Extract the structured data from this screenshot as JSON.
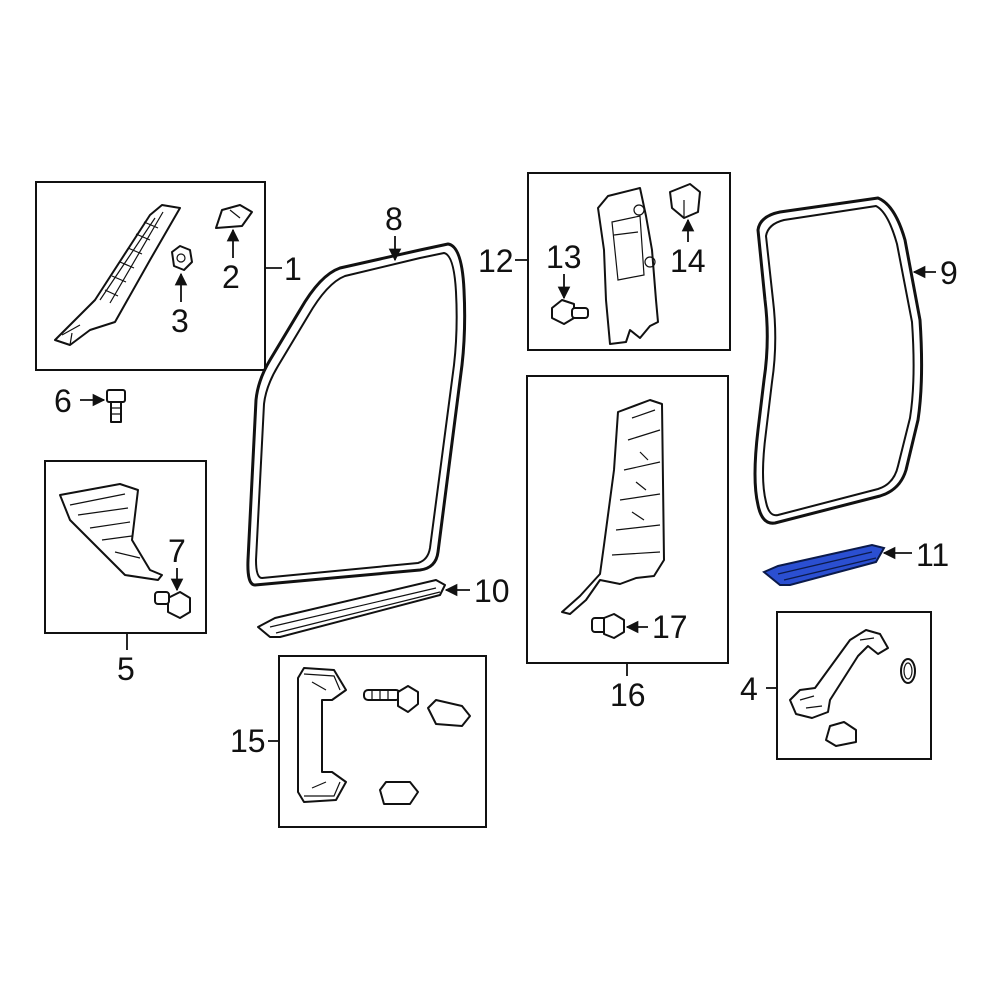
{
  "diagram": {
    "highlight_color": "#2b4fd1",
    "highlighted_part": "11",
    "callouts": {
      "c1": "1",
      "c2": "2",
      "c3": "3",
      "c4": "4",
      "c5": "5",
      "c6": "6",
      "c7": "7",
      "c8": "8",
      "c9": "9",
      "c10": "10",
      "c11": "11",
      "c12": "12",
      "c13": "13",
      "c14": "14",
      "c15": "15",
      "c16": "16",
      "c17": "17"
    }
  }
}
